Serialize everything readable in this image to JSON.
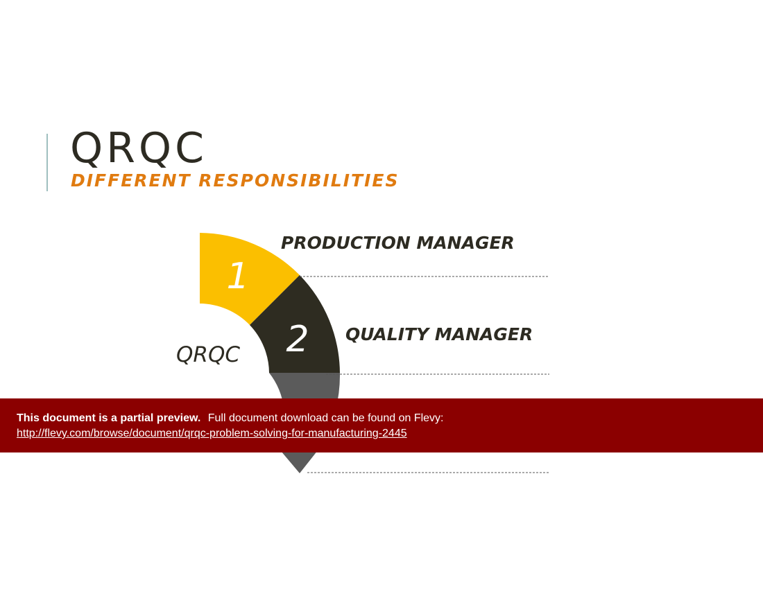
{
  "header": {
    "title": "QRQC",
    "subtitle": "DIFFERENT RESPONSIBILITIES"
  },
  "diagram": {
    "center_label": "QRQC",
    "items": [
      {
        "number": "1",
        "label": "PRODUCTION MANAGER",
        "color": "#fbbf00"
      },
      {
        "number": "2",
        "label": "QUALITY MANAGER",
        "color": "#2e2c21"
      },
      {
        "number": "",
        "label": "",
        "color": "#5b5b5b"
      }
    ]
  },
  "banner": {
    "bold_text": "This document is a partial preview.",
    "text": "Full document download can be found on Flevy:",
    "link": "http://flevy.com/browse/document/qrqc-problem-solving-for-manufacturing-2445",
    "color": "#8b0000"
  }
}
